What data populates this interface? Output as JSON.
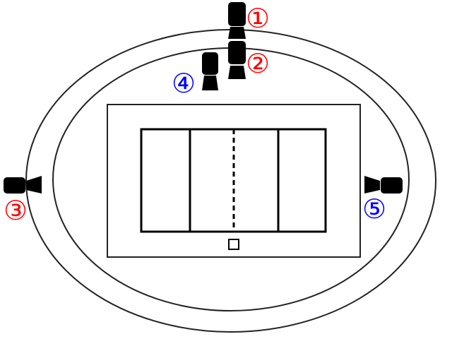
{
  "colors": {
    "red": "#ff0000",
    "blue": "#0000ff",
    "line": "#222222",
    "camera": "#000000"
  },
  "cameras": [
    {
      "label": "①",
      "color": "red"
    },
    {
      "label": "②",
      "color": "red"
    },
    {
      "label": "③",
      "color": "red"
    },
    {
      "label": "④",
      "color": "blue"
    },
    {
      "label": "⑤",
      "color": "blue"
    }
  ]
}
